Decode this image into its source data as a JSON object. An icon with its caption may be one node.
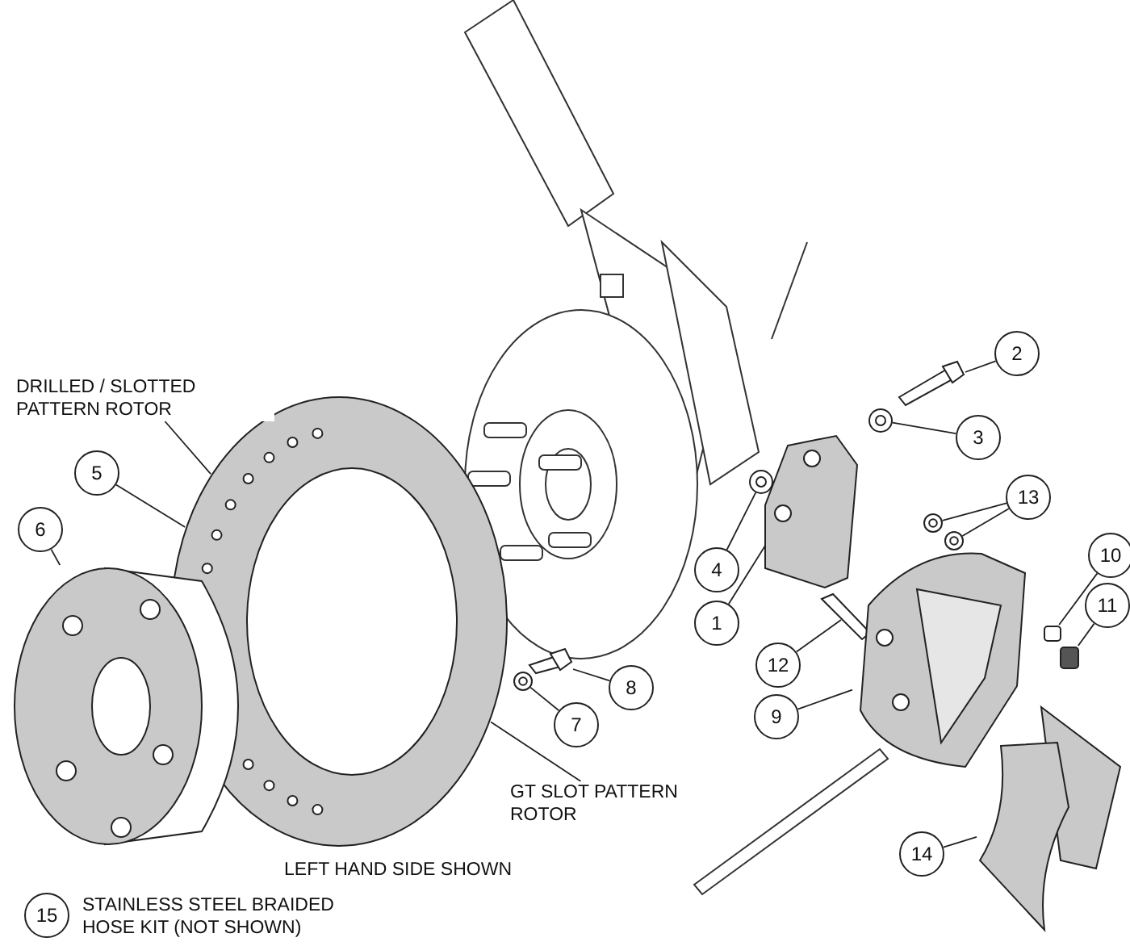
{
  "diagram": {
    "nodes": [
      {
        "text": [
          "DRILLED / SLOTTED PATTERN ROTOR"
        ]
      },
      {
        "text": [
          "2"
        ]
      },
      {
        "text": [
          "3"
        ]
      },
      {
        "text": [
          "5"
        ]
      },
      {
        "text": [
          "13"
        ]
      },
      {
        "text": [
          "6"
        ]
      },
      {
        "text": [
          "10"
        ]
      },
      {
        "text": [
          "4"
        ]
      },
      {
        "text": [
          "11"
        ]
      },
      {
        "text": [
          "1"
        ]
      },
      {
        "text": [
          "12"
        ]
      },
      {
        "text": [
          "8"
        ]
      },
      {
        "text": [
          "9"
        ]
      },
      {
        "text": [
          "7"
        ]
      },
      {
        "text": [
          "GT SLOT PATTERN ROTOR"
        ]
      },
      {
        "text": [
          "14"
        ]
      },
      {
        "text": [
          "15"
        ],
        "beside": [
          "STAINLESS STEEL BRAIDED HOSE KIT (NOT SHOWN)"
        ]
      },
      {
        "text": [],
        "shape": "picture"
      },
      {
        "text": [],
        "shape": "picture"
      },
      {
        "text": [],
        "shape": "picture"
      },
      {
        "text": [],
        "shape": "picture"
      },
      {
        "text": [],
        "shape": "picture"
      },
      {
        "text": [],
        "shape": "picture"
      },
      {
        "text": [],
        "shape": "picture"
      },
      {
        "text": [],
        "shape": "picture"
      },
      {
        "text": [],
        "shape": "picture"
      },
      {
        "text": [],
        "shape": "box"
      },
      {
        "text": [],
        "shape": "box"
      },
      {
        "text": [],
        "shape": "picture"
      },
      {
        "text": [],
        "shape": "picture"
      },
      {
        "text": [],
        "shape": "picture"
      },
      {
        "text": [],
        "shape": "picture"
      }
    ],
    "edges": [
      {
        "from": 0,
        "to": 17,
        "arrow": "none"
      },
      {
        "from": 1,
        "to": 19,
        "arrow": "none"
      },
      {
        "from": 2,
        "to": 20,
        "arrow": "none"
      },
      {
        "from": 3,
        "to": 17,
        "arrow": "none"
      },
      {
        "from": 4,
        "to": 21,
        "arrow": "none"
      },
      {
        "from": 4,
        "to": 22,
        "arrow": "none"
      },
      {
        "from": 5,
        "to": 18,
        "arrow": "none"
      },
      {
        "from": 6,
        "to": 26,
        "arrow": "none"
      },
      {
        "from": 7,
        "to": 23,
        "arrow": "none"
      },
      {
        "from": 8,
        "to": 27,
        "arrow": "none"
      },
      {
        "from": 9,
        "to": 24,
        "arrow": "none"
      },
      {
        "from": 10,
        "to": 25,
        "arrow": "none"
      },
      {
        "from": 11,
        "to": 28,
        "arrow": "none"
      },
      {
        "from": 12,
        "to": 30,
        "arrow": "none"
      },
      {
        "from": 13,
        "to": 29,
        "arrow": "none"
      },
      {
        "from": 14,
        "to": 17,
        "arrow": "none"
      },
      {
        "from": 15,
        "to": 31,
        "arrow": "none"
      }
    ],
    "labels": [
      "LEFT HAND SIDE SHOWN"
    ]
  }
}
